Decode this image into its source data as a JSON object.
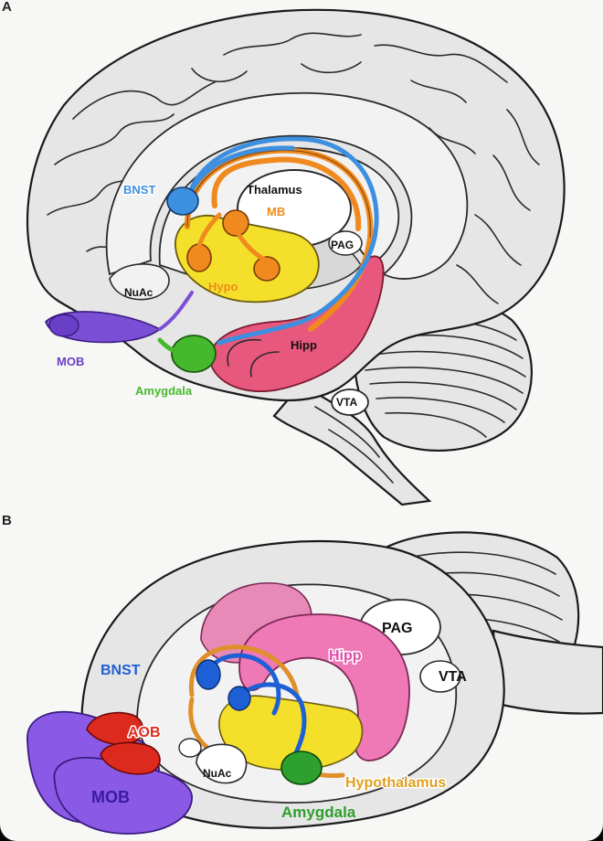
{
  "panel_a": {
    "letter": "A",
    "labels": {
      "bnst": "BNST",
      "thalamus": "Thalamus",
      "mb": "MB",
      "pag": "PAG",
      "hypo": "Hypo",
      "nuac": "NuAc",
      "mob": "MOB",
      "hipp": "Hipp",
      "amygdala": "Amygdala",
      "vta": "VTA"
    }
  },
  "panel_b": {
    "letter": "B",
    "labels": {
      "pag": "PAG",
      "bnst": "BNST",
      "hipp": "Hipp",
      "vta": "VTA",
      "aob": "AOB",
      "mob": "MOB",
      "nuac": "NuAc",
      "hypothalamus": "Hypothalamus",
      "amygdala": "Amygdala"
    }
  },
  "colors": {
    "bnst": "#3d8fe0",
    "mb": "#f08a1e",
    "hypo": "#f4e02a",
    "hipp": "#e8587e",
    "amygdala": "#46b82e",
    "mob": "#7a4fd6",
    "aob": "#dd2a1e",
    "bnst_b": "#1f5fd6",
    "hipp_b": "#ef78b6",
    "hypothalamus_b": "#e0a020",
    "amygdala_b": "#2ea02e"
  }
}
